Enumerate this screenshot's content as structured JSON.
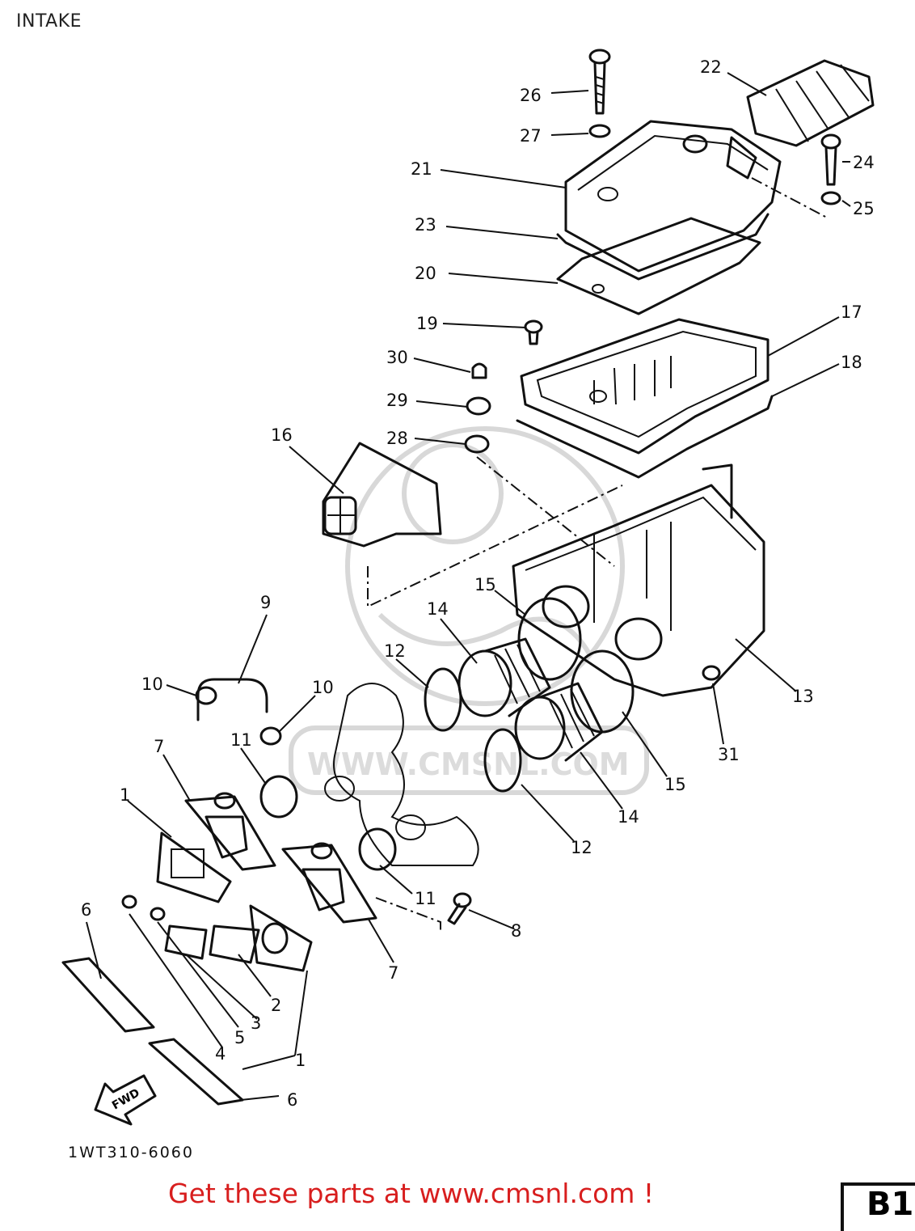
{
  "title": "INTAKE",
  "drawing_code": "1WT310-6060",
  "footer_link": "Get these parts at www.cmsnl.com !",
  "page_tag": "B1",
  "watermark": "WWW.CMSNL.COM",
  "fwd_label": "FWD",
  "callouts": {
    "c26": "26",
    "c27": "27",
    "c22": "22",
    "c21": "21",
    "c24": "24",
    "c25": "25",
    "c23": "23",
    "c20": "20",
    "c19": "19",
    "c17": "17",
    "c30": "30",
    "c18": "18",
    "c29": "29",
    "c28": "28",
    "c16": "16",
    "c15a": "15",
    "c14a": "14",
    "c9": "9",
    "c12a": "12",
    "c10a": "10",
    "c10b": "10",
    "c13": "13",
    "c31": "31",
    "c11a": "11",
    "c7a": "7",
    "c15b": "15",
    "c1a": "1",
    "c14b": "14",
    "c12b": "12",
    "c11b": "11",
    "c8": "8",
    "c6a": "6",
    "c7b": "7",
    "c2": "2",
    "c3": "3",
    "c5": "5",
    "c4": "4",
    "c1b": "1",
    "c6b": "6"
  }
}
